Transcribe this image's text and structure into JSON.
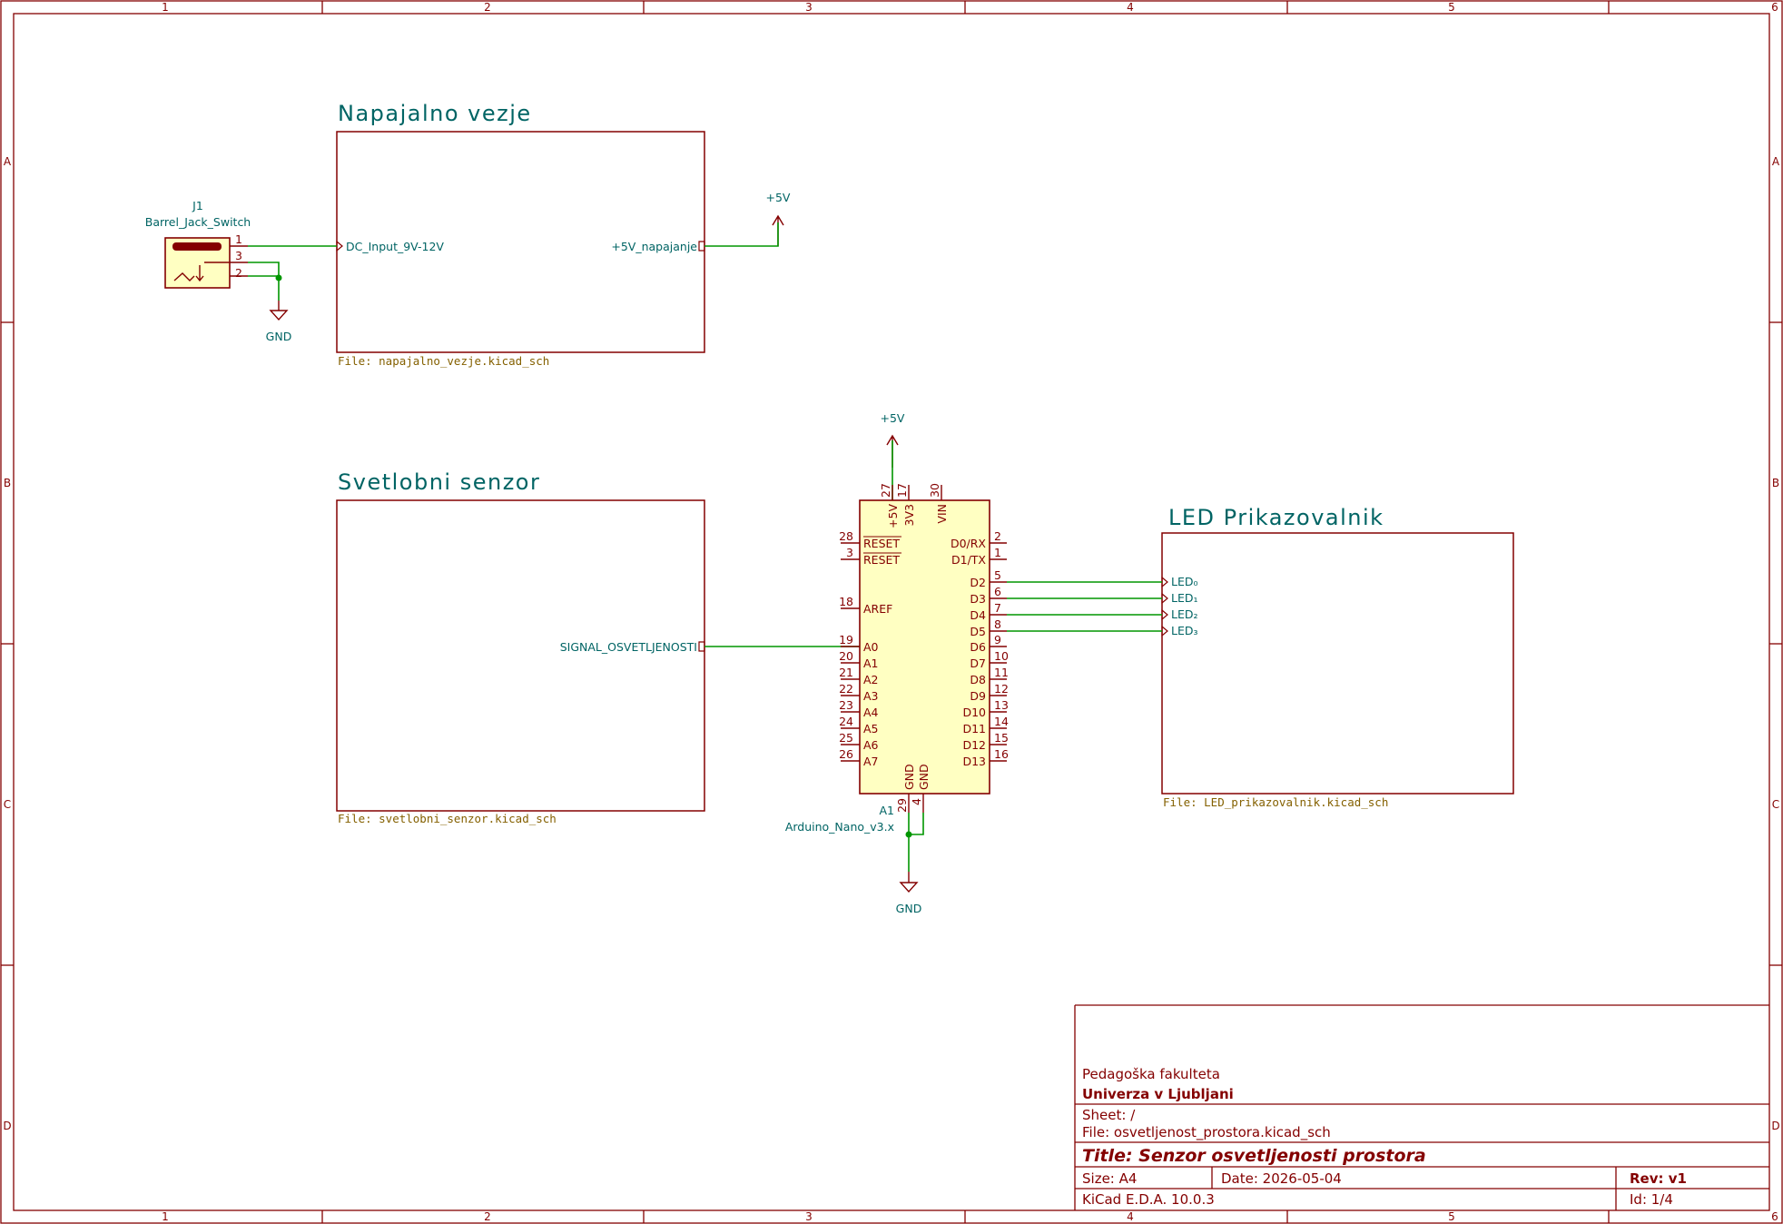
{
  "frame": {
    "columns": [
      "1",
      "2",
      "3",
      "4",
      "5",
      "6"
    ],
    "rows": [
      "A",
      "B",
      "C",
      "D"
    ]
  },
  "sheets": {
    "power": {
      "name": "Napajalno vezje",
      "file": "File: napajalno_vezje.kicad_sch",
      "pin_in": "DC_Input_9V-12V",
      "pin_out": "+5V_napajanje"
    },
    "sensor": {
      "name": "Svetlobni senzor",
      "file": "File: svetlobni_senzor.kicad_sch",
      "pin_out": "SIGNAL_OSVETLJENOSTI"
    },
    "led": {
      "name": "LED Prikazovalnik",
      "file": "File: LED_prikazovalnik.kicad_sch",
      "pins": [
        "LED0",
        "LED1",
        "LED2",
        "LED3"
      ]
    }
  },
  "jack": {
    "ref": "J1",
    "value": "Barrel_Jack_Switch",
    "pin1": "1",
    "pin3": "3",
    "pin2": "2"
  },
  "power_symbols": {
    "vcc1": "+5V",
    "vcc2": "+5V",
    "gnd1": "GND",
    "gnd2": "GND"
  },
  "arduino": {
    "ref": "A1",
    "value": "Arduino_Nano_v3.x",
    "top_pins": [
      {
        "name": "+5V",
        "num": "27"
      },
      {
        "name": "3V3",
        "num": "17"
      },
      {
        "name": "VIN",
        "num": "30"
      }
    ],
    "left_pins": [
      {
        "name": "RESET",
        "num": "28"
      },
      {
        "name": "RESET",
        "num": "3"
      },
      {
        "name": "AREF",
        "num": "18"
      },
      {
        "name": "A0",
        "num": "19"
      },
      {
        "name": "A1",
        "num": "20"
      },
      {
        "name": "A2",
        "num": "21"
      },
      {
        "name": "A3",
        "num": "22"
      },
      {
        "name": "A4",
        "num": "23"
      },
      {
        "name": "A5",
        "num": "24"
      },
      {
        "name": "A6",
        "num": "25"
      },
      {
        "name": "A7",
        "num": "26"
      }
    ],
    "right_pins": [
      {
        "name": "D0/RX",
        "num": "2"
      },
      {
        "name": "D1/TX",
        "num": "1"
      },
      {
        "name": "D2",
        "num": "5"
      },
      {
        "name": "D3",
        "num": "6"
      },
      {
        "name": "D4",
        "num": "7"
      },
      {
        "name": "D5",
        "num": "8"
      },
      {
        "name": "D6",
        "num": "9"
      },
      {
        "name": "D7",
        "num": "10"
      },
      {
        "name": "D8",
        "num": "11"
      },
      {
        "name": "D9",
        "num": "12"
      },
      {
        "name": "D10",
        "num": "13"
      },
      {
        "name": "D11",
        "num": "14"
      },
      {
        "name": "D12",
        "num": "15"
      },
      {
        "name": "D13",
        "num": "16"
      }
    ],
    "bottom_pins": [
      {
        "name": "GND",
        "num": "29"
      },
      {
        "name": "GND",
        "num": "4"
      }
    ]
  },
  "title_block": {
    "org1": "Pedagoška fakulteta",
    "org2": "Univerza v Ljubljani",
    "sheet": "Sheet: /",
    "file": "File: osvetljenost_prostora.kicad_sch",
    "title": "Title: Senzor osvetljenosti prostora",
    "size": "Size: A4",
    "date": "Date: 2026-05-04",
    "rev": "Rev: v1",
    "tool": "KiCad E.D.A. 10.0.3",
    "id": "Id: 1/4"
  }
}
